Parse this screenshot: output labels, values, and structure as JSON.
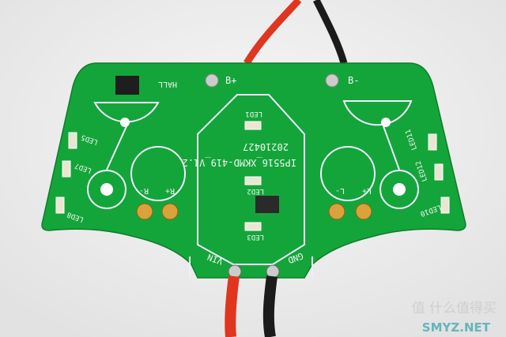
{
  "colors": {
    "background": "#ececec",
    "pcb": "#14a53a",
    "silkscreen": "#f4f4f4",
    "red_wire": "#e0351f",
    "black_wire": "#1b1b1b",
    "gold_pin": "#d9a23a"
  },
  "board": {
    "hall": "HALL",
    "b_plus": "B+",
    "b_minus": "B-",
    "date_code": "20210427",
    "model": "IP5516_XKMD-419_V1.2",
    "leds": [
      "LED1",
      "LED2",
      "LED3",
      "LED5",
      "LED7",
      "LED8",
      "LED11",
      "LED12",
      "LED10"
    ],
    "r_minus": "R-",
    "r_plus": "R+",
    "l_minus": "L-",
    "l_plus": "L+",
    "vin": "VIN",
    "gnd": "GND"
  },
  "watermark": {
    "text": "值 什么值得买",
    "overlay": "SMYZ.NET"
  }
}
